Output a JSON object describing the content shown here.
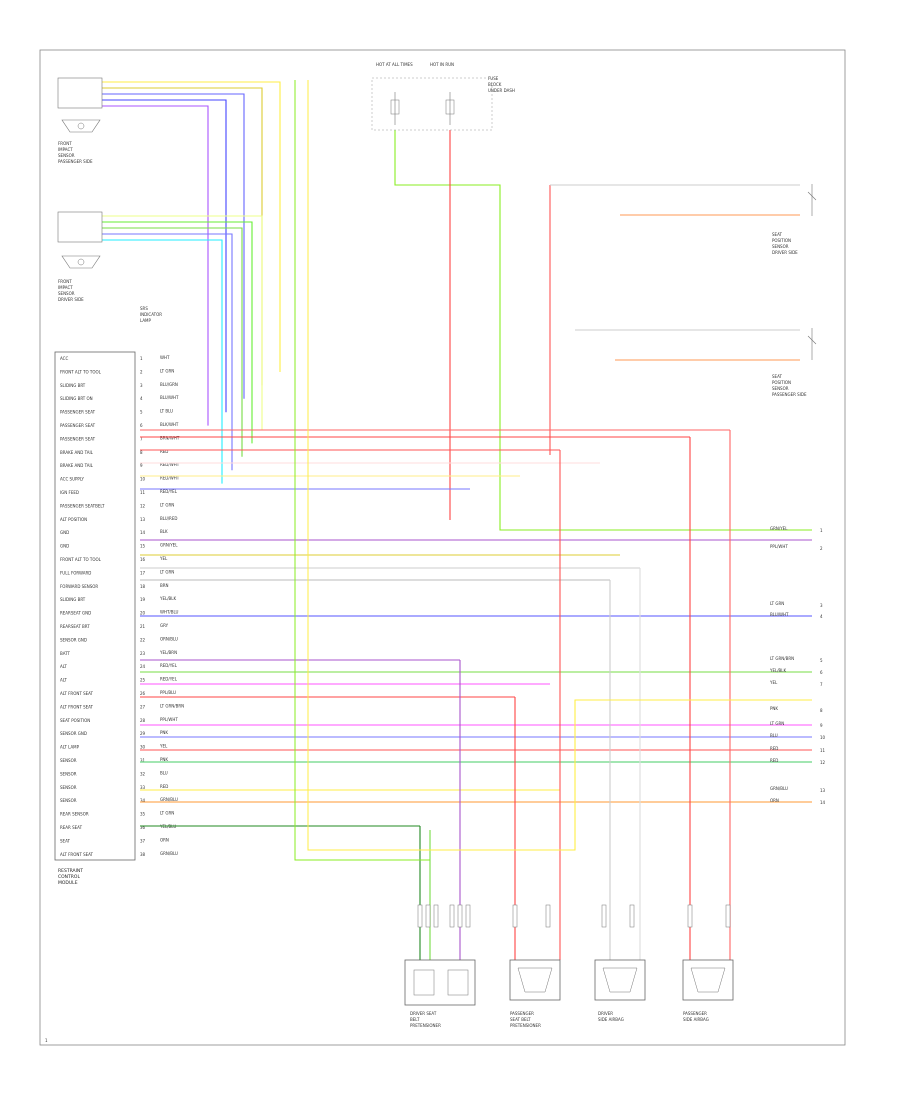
{
  "diagram": {
    "footer_code": "1",
    "module": {
      "name": [
        "RESTRAINT",
        "CONTROL",
        "MODULE"
      ],
      "pins": [
        {
          "label": "ACC",
          "wire": "WHT"
        },
        {
          "label": "FRONT ALT TO TOOL",
          "wire": "LT GRN"
        },
        {
          "label": "SLIDING BRT",
          "wire": "BLU/GRN"
        },
        {
          "label": "SLIDING BRT ON",
          "wire": "BLU/WHT"
        },
        {
          "label": "PASSENGER SEAT",
          "wire": "LT BLU"
        },
        {
          "label": "PASSENGER SEAT",
          "wire": "BLK/WHT"
        },
        {
          "label": "PASSENGER SEAT",
          "wire": "BRN/WHT"
        },
        {
          "label": "BRAKE AND TAIL",
          "wire": "RED"
        },
        {
          "label": "BRAKE AND TAIL",
          "wire": "RED/WHT"
        },
        {
          "label": "ACC SUPPLY",
          "wire": "RED/WHT"
        },
        {
          "label": "IGN FEED",
          "wire": "RED/YEL"
        },
        {
          "label": "PASSENGER SEATBELT",
          "wire": "LT GRN"
        },
        {
          "label": "ALT POSITION",
          "wire": "BLU/RED"
        },
        {
          "label": "GND",
          "wire": "BLK"
        },
        {
          "label": "GND",
          "wire": "GRN/YEL"
        },
        {
          "label": "FRONT ALT TO TOOL",
          "wire": "YEL"
        },
        {
          "label": "FULL FORWARD",
          "wire": "LT GRN"
        },
        {
          "label": "FORWARD SENSOR",
          "wire": "BRN"
        },
        {
          "label": "SLIDING BRT",
          "wire": "YEL/BLK"
        },
        {
          "label": "REARSEAT GND",
          "wire": "WHT/BLU"
        },
        {
          "label": "REARSEAT BRT",
          "wire": "GRY"
        },
        {
          "label": "SENSOR GND",
          "wire": "ORN/BLU"
        },
        {
          "label": "BATT",
          "wire": "YEL/BRN"
        },
        {
          "label": "ALT",
          "wire": "RED/YEL"
        },
        {
          "label": "ALT",
          "wire": "RED/YEL"
        },
        {
          "label": "ALT FRONT SEAT",
          "wire": "PPL/BLU"
        },
        {
          "label": "ALT FRONT SEAT",
          "wire": "LT GRN/BRN"
        },
        {
          "label": "SEAT POSITION",
          "wire": "PPL/WHT"
        },
        {
          "label": "SENSOR GND",
          "wire": "PNK"
        },
        {
          "label": "ALT LAMP",
          "wire": "YEL"
        },
        {
          "label": "SENSOR",
          "wire": "PNK"
        },
        {
          "label": "SENSOR",
          "wire": "BLU"
        },
        {
          "label": "SENSOR",
          "wire": "RED"
        },
        {
          "label": "SENSOR",
          "wire": "GRN/BLU"
        },
        {
          "label": "REAR SENSOR",
          "wire": "LT GRN"
        },
        {
          "label": "REAR SEAT",
          "wire": "YEL/BLU"
        },
        {
          "label": "SEAT",
          "wire": "ORN"
        },
        {
          "label": "ALT FRONT SEAT",
          "wire": "GRN/BLU"
        }
      ]
    },
    "right_terminals": [
      {
        "wire": "GRN/YEL",
        "pin": "1"
      },
      {
        "wire": "PPL/WHT",
        "pin": "2"
      },
      {
        "wire": "LT GRN",
        "pin": "3"
      },
      {
        "wire": "BLU/WHT",
        "pin": "4"
      },
      {
        "wire": "LT GRN/BRN",
        "pin": "5"
      },
      {
        "wire": "YEL/BLK",
        "pin": "6"
      },
      {
        "wire": "YEL",
        "pin": "7"
      },
      {
        "wire": "PNK",
        "pin": "8"
      },
      {
        "wire": "LT GRN",
        "pin": "9"
      },
      {
        "wire": "BLU",
        "pin": "10"
      },
      {
        "wire": "RED",
        "pin": "11"
      },
      {
        "wire": "RED",
        "pin": "12"
      },
      {
        "wire": "GRN/BLU",
        "pin": "13"
      },
      {
        "wire": "ORN",
        "pin": "14"
      }
    ],
    "components": {
      "front_sensor_1": [
        "FRONT",
        "IMPACT",
        "SENSOR",
        "PASSENGER SIDE"
      ],
      "front_sensor_2": [
        "FRONT",
        "IMPACT",
        "SENSOR",
        "DRIVER SIDE"
      ],
      "srs_indicator": [
        "SRS",
        "INDICATOR",
        "LAMP"
      ],
      "top_fuse_1": [
        "HOT AT ALL TIMES"
      ],
      "top_fuse_2": [
        "HOT IN RUN"
      ],
      "top_fuse_note": [
        "FUSE",
        "BLOCK",
        "UNDER DASH"
      ],
      "right_switch_1": [
        "SEAT",
        "POSITION",
        "SENSOR",
        "DRIVER SIDE"
      ],
      "right_switch_2": [
        "SEAT",
        "POSITION",
        "SENSOR",
        "PASSENGER SIDE"
      ],
      "bottom_1": [
        "DRIVER SEAT",
        "BELT",
        "PRETENSIONER"
      ],
      "bottom_2": [
        "PASSENGER",
        "SEAT BELT",
        "PRETENSIONER"
      ],
      "bottom_3": [
        "DRIVER",
        "SIDE AIRBAG"
      ],
      "bottom_4": [
        "PASSENGER",
        "SIDE AIRBAG"
      ]
    }
  }
}
